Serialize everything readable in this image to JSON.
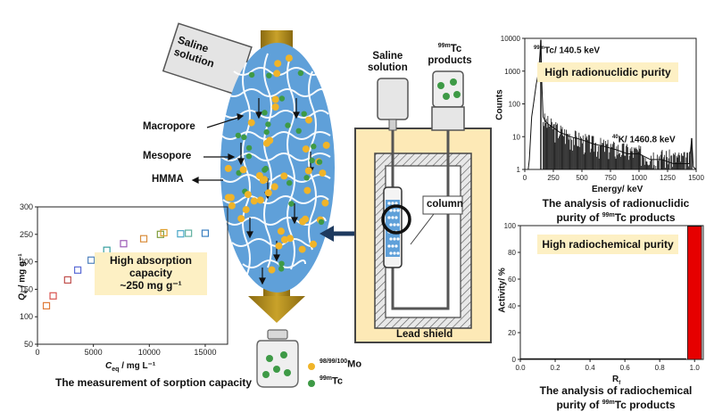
{
  "left_panel": {
    "saline_label": "Saline\nsolution",
    "pore_labels": [
      "Macropore",
      "Mesopore",
      "HMMA"
    ],
    "legend": [
      {
        "mass": "98/99/100",
        "symbol": "Mo",
        "color": "#f0b429"
      },
      {
        "mass": "99m",
        "symbol": "Tc",
        "color": "#3e9a46"
      }
    ]
  },
  "generator": {
    "saline_label": "Saline\nsolution",
    "products_mass": "99m",
    "products_symbol": "Tc",
    "products_word": "products",
    "column_label": "column",
    "shield_label": "Lead shield"
  },
  "colors": {
    "ellipse": "#5fa0d9",
    "arrow": "#b08a18",
    "shield_fill": "#fde9b6",
    "shield_stroke": "#444444",
    "mo": "#f0b429",
    "tc": "#3e9a46",
    "bar": "#e60000"
  },
  "sorption": {
    "callout": "High absorption\ncapacity\n~250 mg g⁻¹",
    "ylabel_main": "Q",
    "ylabel_sub": "e",
    "ylabel_unit": "/ mg g⁻¹",
    "xlabel_main": "C",
    "xlabel_sub": "eq",
    "xlabel_unit": "/ mg L⁻¹",
    "caption": "The measurement of sorption capacity"
  },
  "spectrum": {
    "callout": "High radionuclidic purity",
    "ylabel": "Counts",
    "xlabel": "Energy/ keV",
    "peak1_mass": "99m",
    "peak1_text": "Tc/ 140.5 keV",
    "peak2_mass": "40",
    "peak2_text": "K/ 1460.8 keV",
    "caption_line1": "The analysis of radionuclidic",
    "caption_line2_pre": "purity of ",
    "caption_line2_mass": "99m",
    "caption_line2_post": "Tc products"
  },
  "radiochem": {
    "callout": "High radiochemical purity",
    "ylabel": "Activity/ %",
    "xlabel_main": "R",
    "xlabel_sub": "f",
    "caption_line1": "The analysis of radiochemical",
    "caption_line2_pre": "purity of ",
    "caption_line2_mass": "99m",
    "caption_line2_post": "Tc products"
  },
  "chart_data": [
    {
      "type": "scatter",
      "title": "",
      "xlabel": "Ceq / mg L-1",
      "ylabel": "Qe / mg g-1",
      "xlim": [
        0,
        17000
      ],
      "ylim": [
        50,
        300
      ],
      "x_ticks": [
        0,
        5000,
        10000,
        15000
      ],
      "y_ticks": [
        50,
        100,
        150,
        200,
        250,
        300
      ],
      "series": [
        {
          "x": [
            800,
            1400,
            2700,
            3600,
            4800,
            6200,
            7700,
            9500,
            11000,
            11300,
            12800,
            13500,
            15000
          ],
          "y": [
            120,
            138,
            167,
            185,
            203,
            221,
            233,
            242,
            250,
            253,
            251,
            252,
            252
          ]
        }
      ]
    },
    {
      "type": "line",
      "title": "",
      "xlabel": "Energy/ keV",
      "ylabel": "Counts",
      "xlim": [
        0,
        1500
      ],
      "ylim": [
        1,
        10000
      ],
      "y_scale": "log",
      "x_ticks": [
        0,
        250,
        500,
        750,
        1000,
        1250,
        1500
      ],
      "y_ticks": [
        1,
        10,
        100,
        1000,
        10000
      ],
      "peaks": [
        {
          "x": 140.5,
          "y": 9000
        },
        {
          "x": 1460.8,
          "y": 9
        }
      ],
      "annotations": [
        "99mTc/ 140.5 keV",
        "40K/ 1460.8 keV"
      ]
    },
    {
      "type": "bar",
      "title": "",
      "xlabel": "Rf",
      "ylabel": "Activity/ %",
      "xlim": [
        0,
        1.05
      ],
      "ylim": [
        0,
        100
      ],
      "x_ticks": [
        0.0,
        0.2,
        0.4,
        0.6,
        0.8,
        1.0
      ],
      "y_ticks": [
        0,
        20,
        40,
        60,
        80,
        100
      ],
      "bars": [
        {
          "x_start": 0.0,
          "x_end": 0.95,
          "value": 0.3
        },
        {
          "x_start": 0.96,
          "x_end": 1.04,
          "value": 99.5
        }
      ]
    }
  ]
}
